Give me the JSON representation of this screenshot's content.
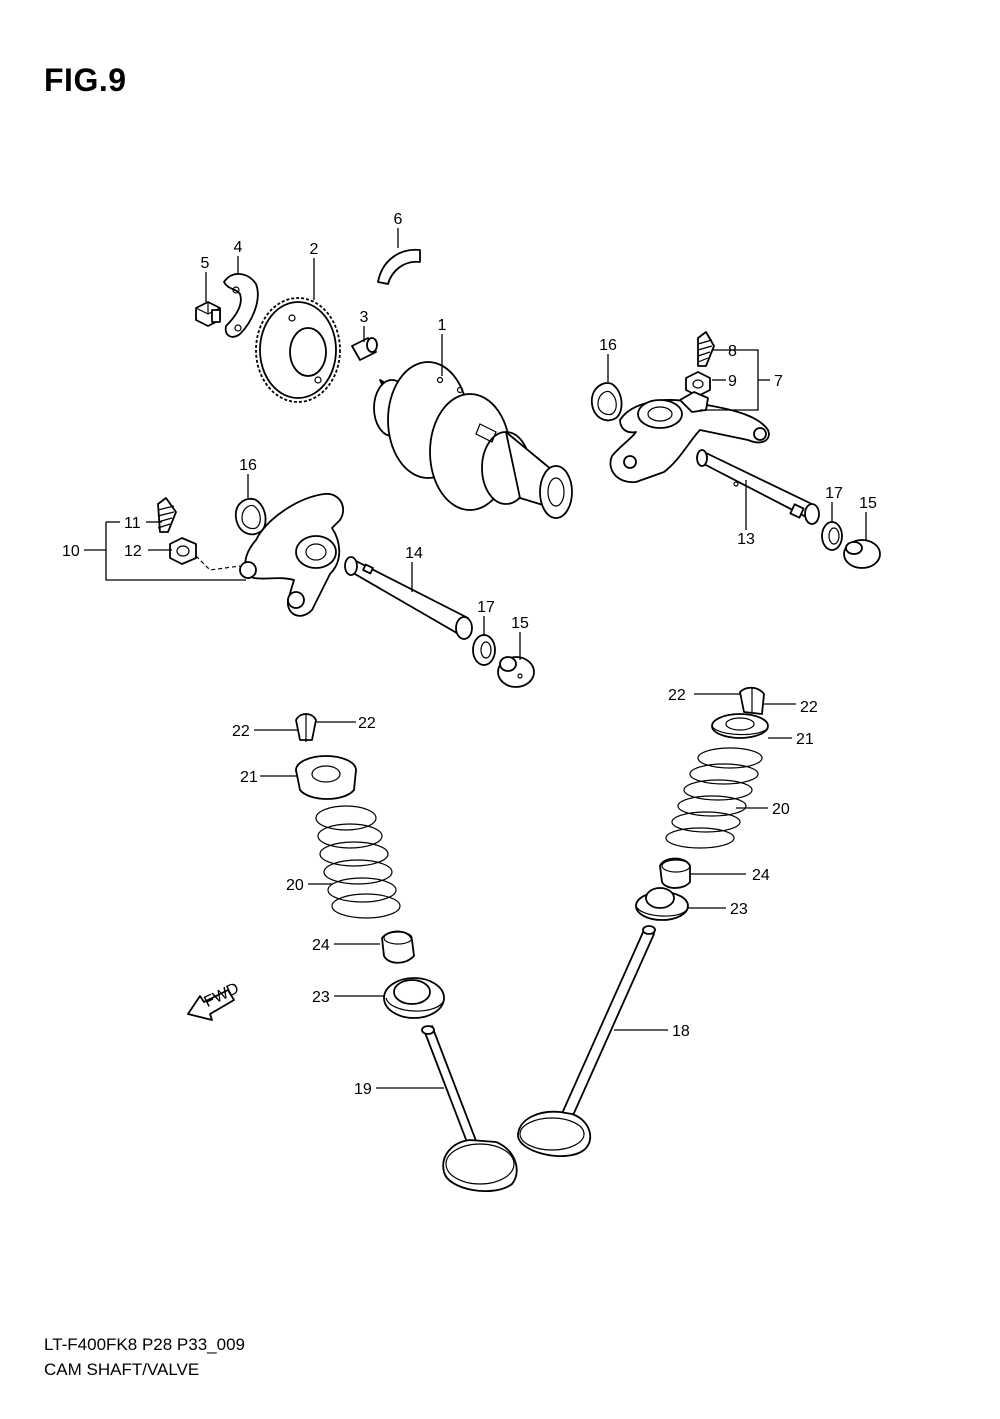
{
  "figure": {
    "title": "FIG.9",
    "model_code": "LT-F400FK8 P28 P33_009",
    "section_name": "CAM SHAFT/VALVE",
    "fwd_label": "FWD"
  },
  "callouts": [
    {
      "id": "c1",
      "text": "1"
    },
    {
      "id": "c2",
      "text": "2"
    },
    {
      "id": "c3",
      "text": "3"
    },
    {
      "id": "c4",
      "text": "4"
    },
    {
      "id": "c5",
      "text": "5"
    },
    {
      "id": "c6",
      "text": "6"
    },
    {
      "id": "c7",
      "text": "7"
    },
    {
      "id": "c8",
      "text": "8"
    },
    {
      "id": "c9",
      "text": "9"
    },
    {
      "id": "c10",
      "text": "10"
    },
    {
      "id": "c11",
      "text": "11"
    },
    {
      "id": "c12",
      "text": "12"
    },
    {
      "id": "c13",
      "text": "13"
    },
    {
      "id": "c14",
      "text": "14"
    },
    {
      "id": "c15a",
      "text": "15"
    },
    {
      "id": "c15b",
      "text": "15"
    },
    {
      "id": "c16a",
      "text": "16"
    },
    {
      "id": "c16b",
      "text": "16"
    },
    {
      "id": "c17a",
      "text": "17"
    },
    {
      "id": "c17b",
      "text": "17"
    },
    {
      "id": "c18",
      "text": "18"
    },
    {
      "id": "c19",
      "text": "19"
    },
    {
      "id": "c20a",
      "text": "20"
    },
    {
      "id": "c20b",
      "text": "20"
    },
    {
      "id": "c21a",
      "text": "21"
    },
    {
      "id": "c21b",
      "text": "21"
    },
    {
      "id": "c22a",
      "text": "22"
    },
    {
      "id": "c22b",
      "text": "22"
    },
    {
      "id": "c22c",
      "text": "22"
    },
    {
      "id": "c22d",
      "text": "22"
    },
    {
      "id": "c23a",
      "text": "23"
    },
    {
      "id": "c23b",
      "text": "23"
    },
    {
      "id": "c24a",
      "text": "24"
    },
    {
      "id": "c24b",
      "text": "24"
    }
  ]
}
